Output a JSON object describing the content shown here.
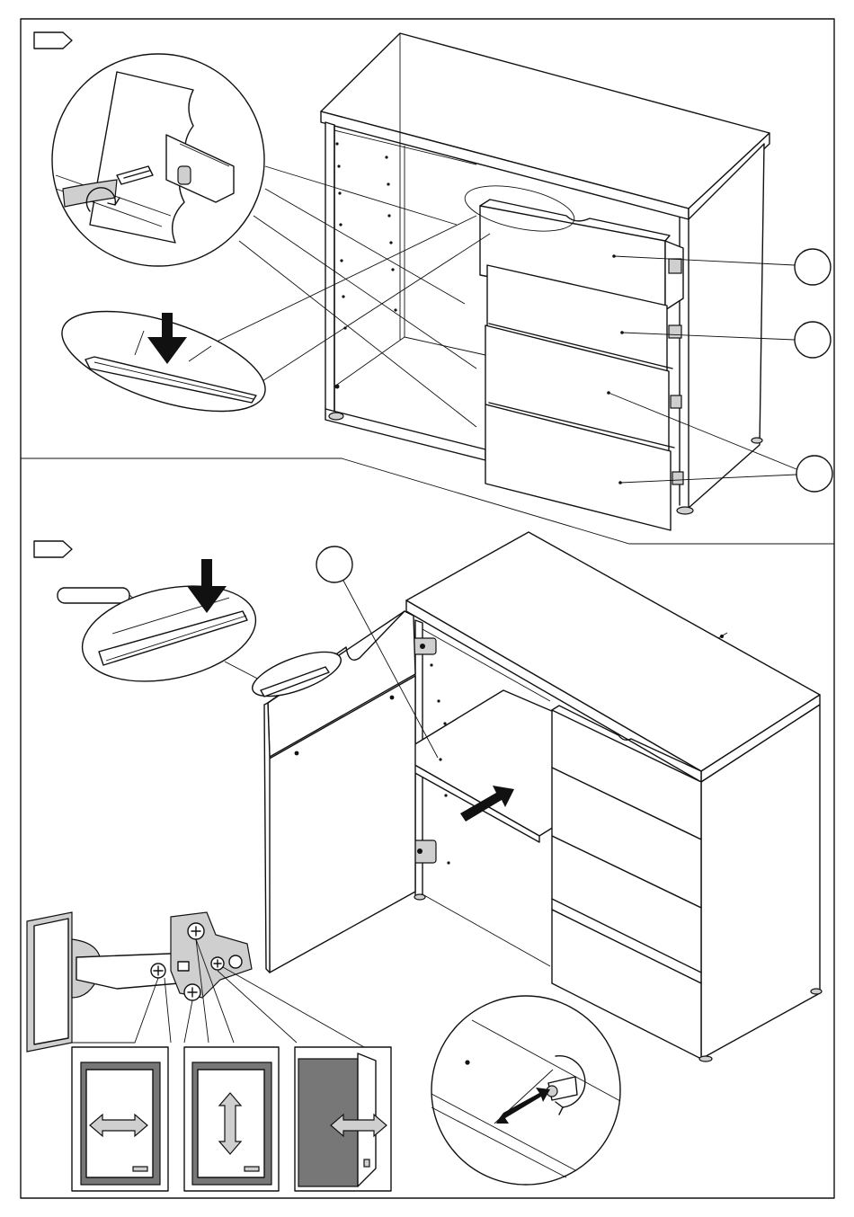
{
  "page": {
    "background": "#ffffff",
    "line_color": "#111111",
    "accent_grey": "#cfcfcf",
    "dark_grey": "#777777"
  },
  "steps": [
    {
      "tag_label": "",
      "callouts": [
        "",
        "",
        ""
      ],
      "illustration": "dresser-drawers-insertion",
      "details": [
        "screw-into-drawer-runner-detail",
        "press-down-handle-detail"
      ]
    },
    {
      "tag_label": "",
      "callouts": [
        ""
      ],
      "part_label": "",
      "illustration": "door-hinge-and-shelf",
      "details": [
        "press-down-handle-detail",
        "hinge-adjustment-detail",
        "shelf-pin-detail"
      ],
      "hinge_adjustments": [
        "side-adjustment",
        "height-adjustment",
        "depth-adjustment"
      ]
    }
  ]
}
